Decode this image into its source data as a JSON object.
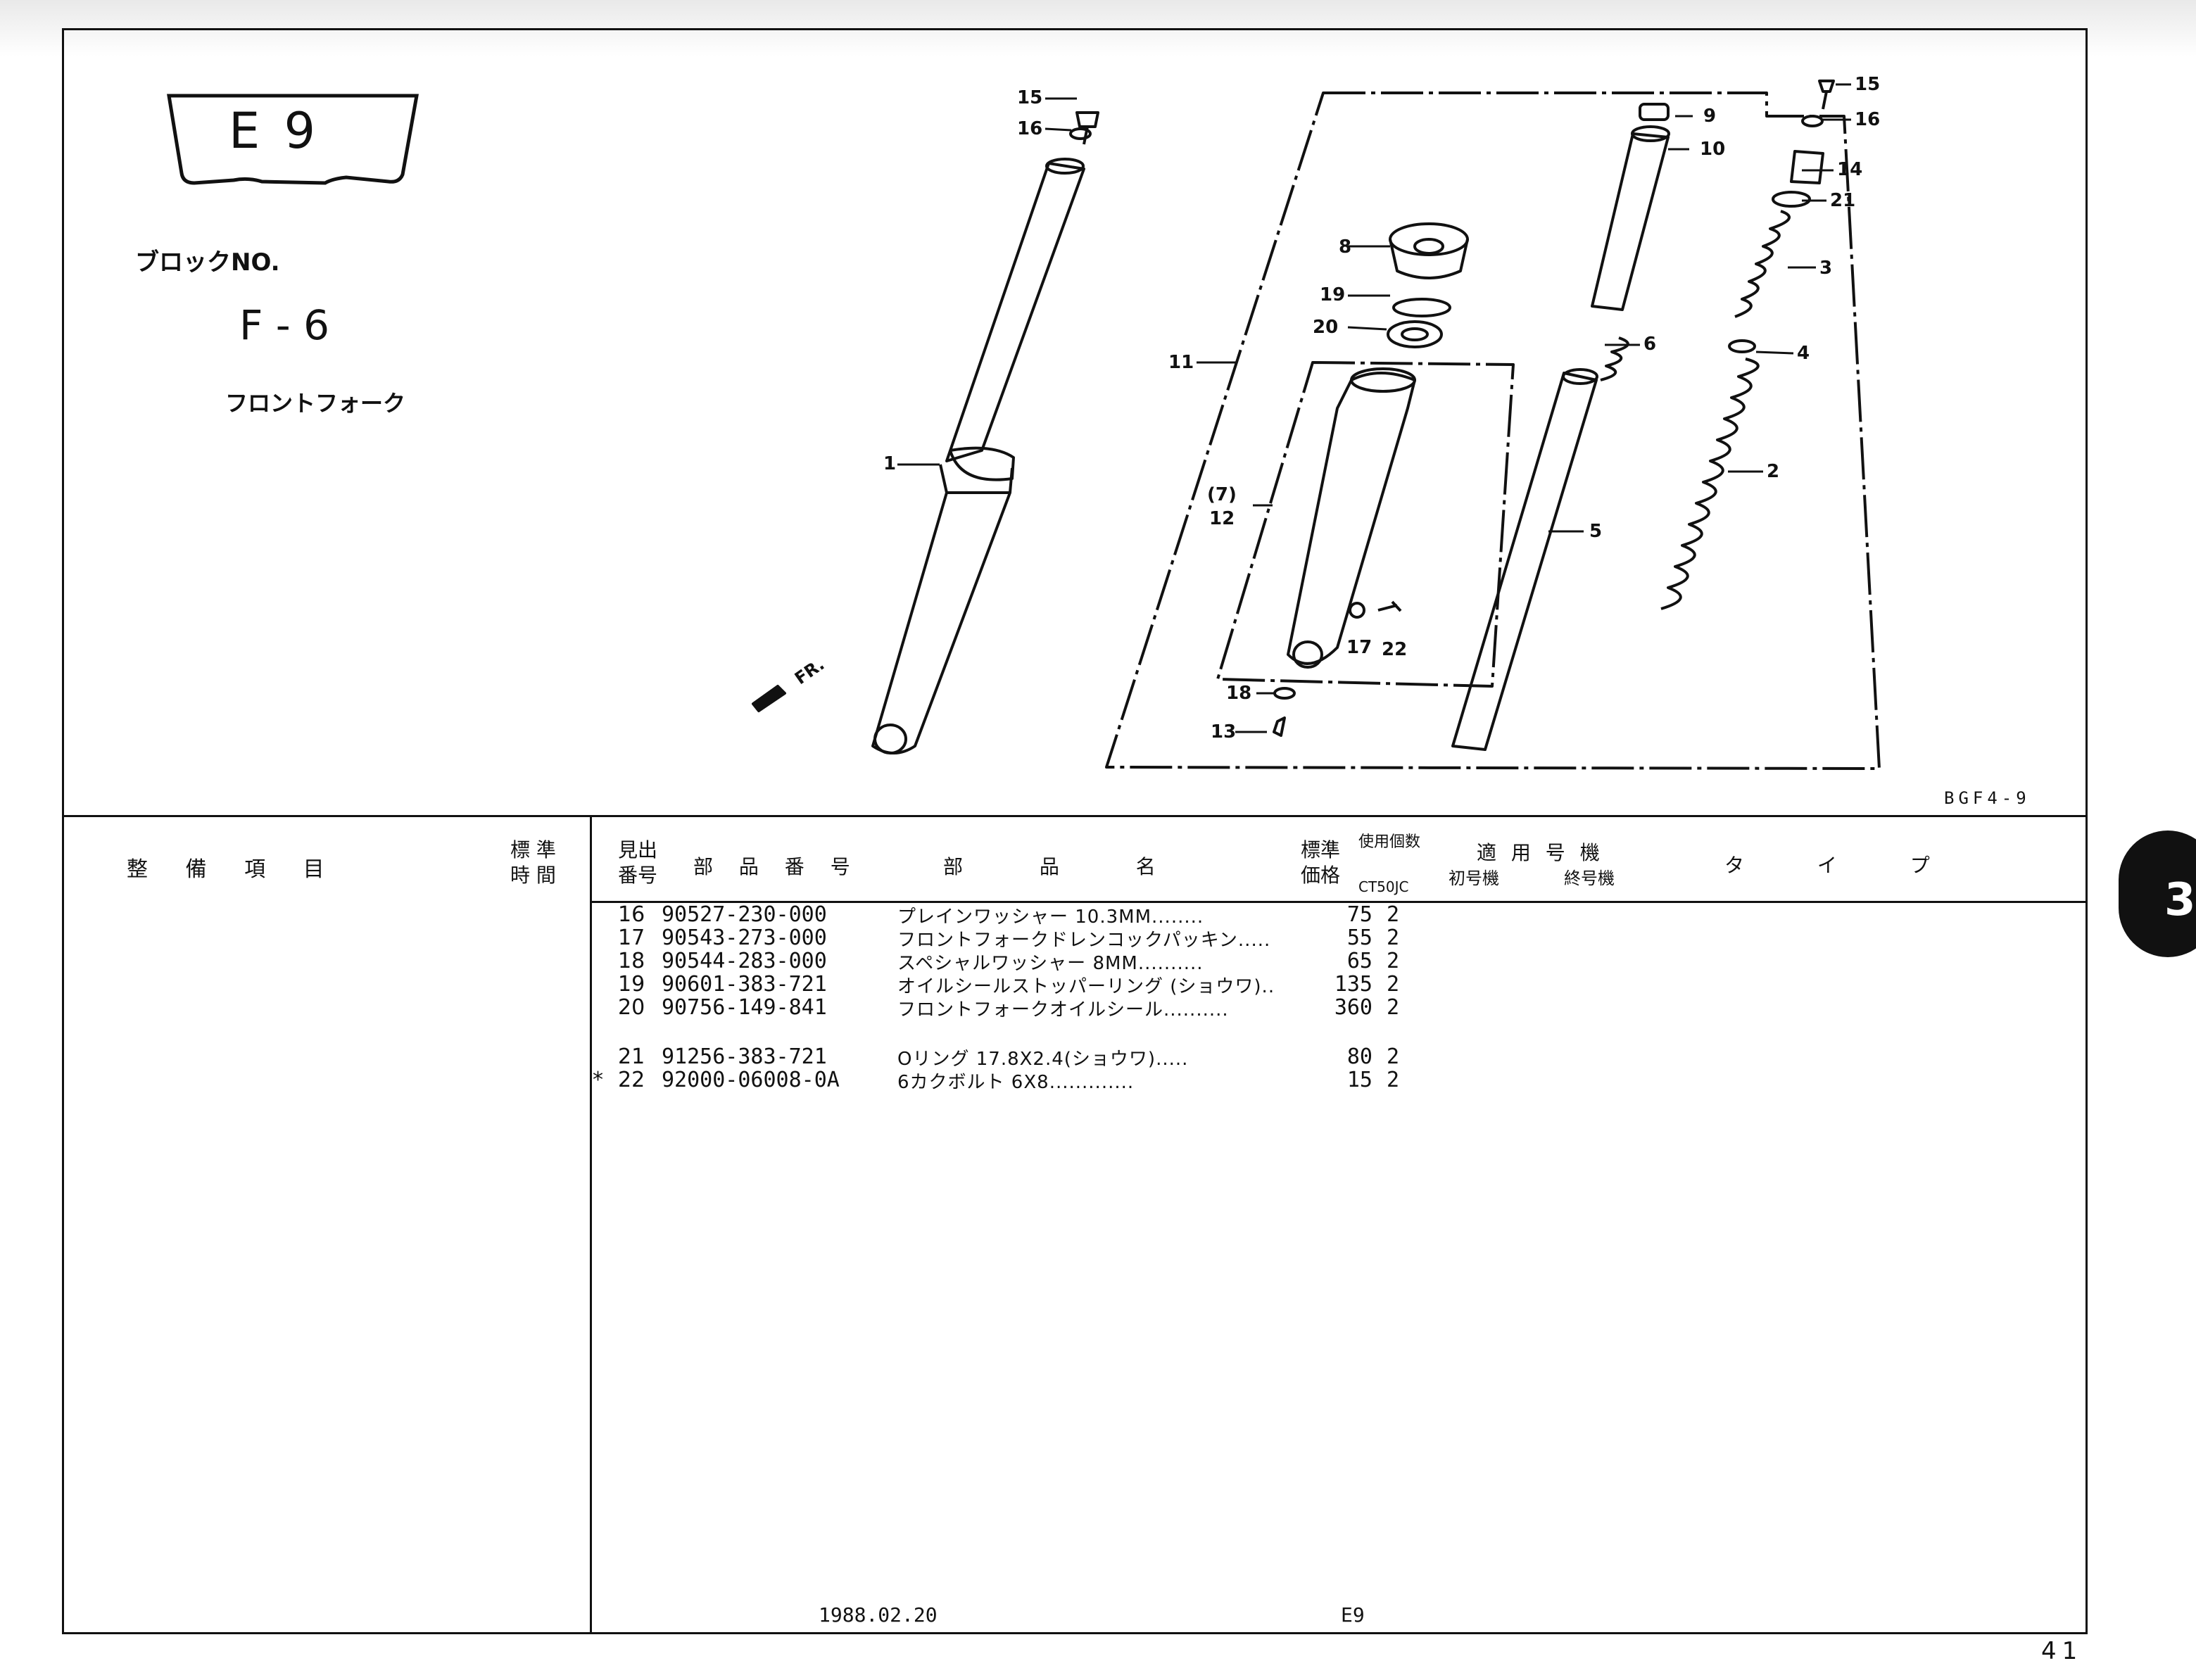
{
  "header": {
    "section_code": "E    9",
    "block_label": "ブロックNO.",
    "block_number": "F - 6",
    "block_name": "フロントフォーク"
  },
  "diagram": {
    "code": "BGF4-9",
    "fr_label": "FR.",
    "callouts": [
      "15",
      "16",
      "1",
      "9",
      "10",
      "8",
      "19",
      "20",
      "11",
      "6",
      "(7)",
      "12",
      "5",
      "17",
      "22",
      "18",
      "13",
      "15",
      "16",
      "14",
      "21",
      "3",
      "4",
      "2"
    ]
  },
  "table": {
    "headers": {
      "maintenance_item": "整 備 項 目",
      "std_time_1": "標 準",
      "std_time_2": "時 間",
      "ref_1": "見出",
      "ref_2": "番号",
      "part_number": "部 品 番 号",
      "part_name": "部 品 名",
      "std_price_1": "標準",
      "std_price_2": "価格",
      "qty_used": "使用個数",
      "model_code": "CT50JC",
      "applicable": "適 用 号 機",
      "first_unit": "初号機",
      "last_unit": "終号機",
      "type": "タ イ プ"
    },
    "rows": [
      {
        "mark": "",
        "ref": "16",
        "part": "90527-230-000",
        "name": "プレインワッシャー 10.3MM........",
        "price": "75",
        "qty": "2"
      },
      {
        "mark": "",
        "ref": "17",
        "part": "90543-273-000",
        "name": "フロントフォークドレンコックパッキン.....",
        "price": "55",
        "qty": "2"
      },
      {
        "mark": "",
        "ref": "18",
        "part": "90544-283-000",
        "name": "スペシャルワッシャー 8MM..........",
        "price": "65",
        "qty": "2"
      },
      {
        "mark": "",
        "ref": "19",
        "part": "90601-383-721",
        "name": "オイルシールストッパーリング (ショウワ)..",
        "price": "135",
        "qty": "2"
      },
      {
        "mark": "",
        "ref": "20",
        "part": "90756-149-841",
        "name": "フロントフォークオイルシール..........",
        "price": "360",
        "qty": "2"
      },
      {
        "mark": "",
        "ref": "21",
        "part": "91256-383-721",
        "name": "Oリング 17.8X2.4(ショウワ).....",
        "price": "80",
        "qty": "2"
      },
      {
        "mark": "*",
        "ref": "22",
        "part": "92000-06008-0A",
        "name": "6カクボルト 6X8.............",
        "price": "15",
        "qty": "2"
      }
    ]
  },
  "footer": {
    "date": "1988.02.20",
    "code": "E9",
    "page_number": "41"
  },
  "side_tab": "3"
}
